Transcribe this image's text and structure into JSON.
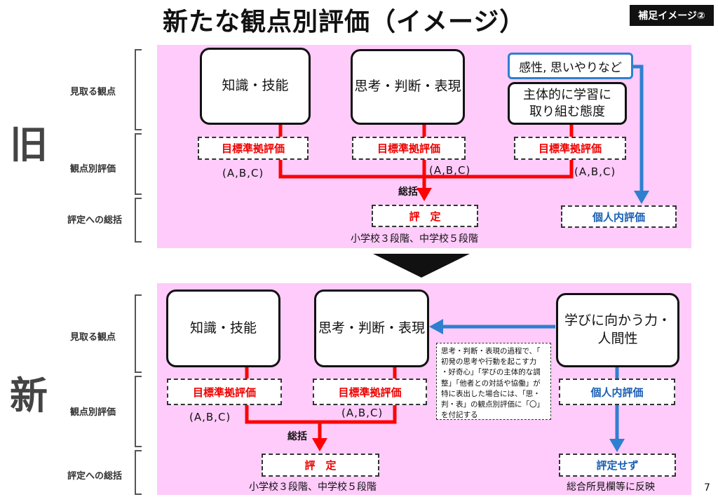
{
  "header": {
    "title": "新たな観点別評価（イメージ）",
    "badge": "補足イメージ②"
  },
  "row_labels": {
    "observe": "見取る観点",
    "evaluate": "観点別評価",
    "summary": "評定への総括"
  },
  "old": {
    "side_label": "旧",
    "box_knowledge": "知識・技能",
    "box_thinking": "思考・判断・表現",
    "box_kansei": "感性, 思いやりなど",
    "box_attitude_line1": "主体的に学習に",
    "box_attitude_line2": "取り組む態度",
    "eval_label": "目標準拠評価",
    "abc": "(A,B,C)",
    "sokatsu": "総括",
    "hyotei": "評　定",
    "hyotei_note": "小学校３段階、中学校５段階",
    "kojin": "個人内評価"
  },
  "new": {
    "side_label": "新",
    "box_knowledge": "知識・技能",
    "box_thinking": "思考・判断・表現",
    "box_manabi_line1": "学びに向かう力・",
    "box_manabi_line2": "人間性",
    "eval_label": "目標準拠評価",
    "abc": "(A,B,C)",
    "sokatsu": "総括",
    "hyotei": "評　定",
    "hyotei_note": "小学校３段階、中学校５段階",
    "kojin": "個人内評価",
    "no_hyotei": "評定せず",
    "no_hyotei_note": "総合所見欄等に反映",
    "note_lines": [
      "思考・判断・表現の過程で、「",
      "初発の思考や行動を起こす力",
      "・好奇心」「学びの主体的な調",
      "整」「他者との対話や協働」が",
      "特に表出した場合には、「思・",
      "判・表」の観点別評価に「〇」",
      "を付記する"
    ]
  },
  "page_number": "7",
  "colors": {
    "panel": "#fecbfb",
    "red": "#ff0000",
    "blue": "#2f7fd0"
  }
}
